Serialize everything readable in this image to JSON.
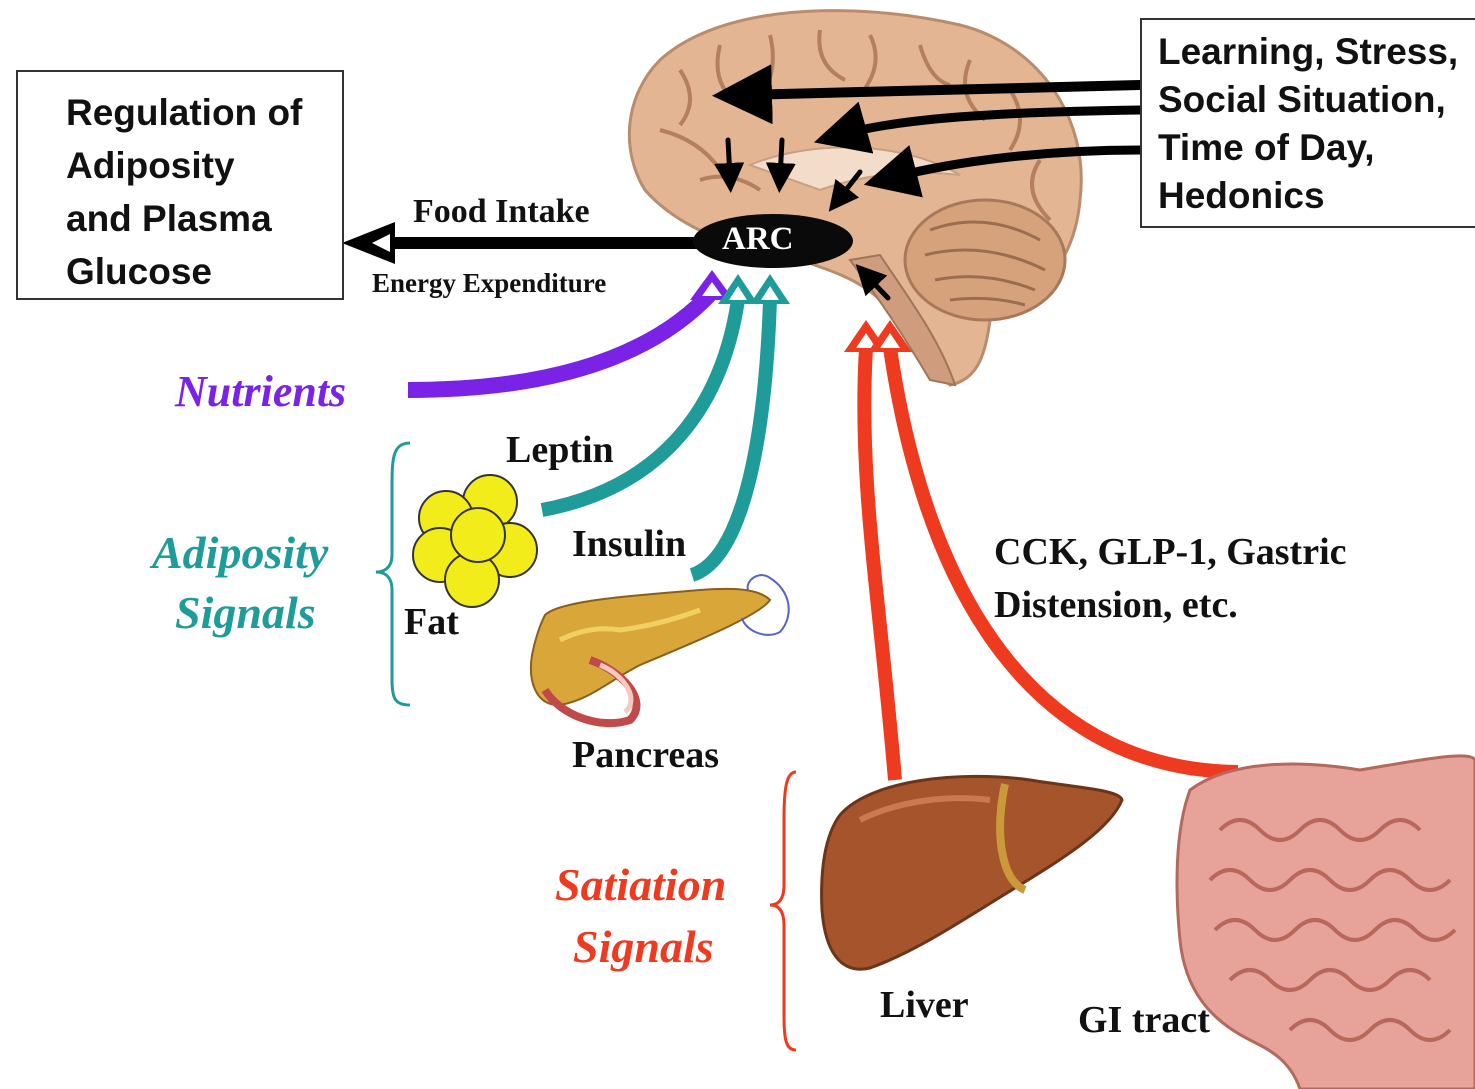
{
  "regulation_box": {
    "lines": [
      "Regulation of",
      "Adiposity",
      "and Plasma",
      "Glucose"
    ]
  },
  "influences_box": {
    "lines": [
      "Learning, Stress,",
      "Social Situation,",
      "Time of Day,",
      "Hedonics"
    ]
  },
  "center": {
    "arc": "ARC",
    "food_intake": "Food Intake",
    "energy_expenditure": "Energy Expenditure"
  },
  "nutrients": "Nutrients",
  "adiposity_signals": {
    "line1": "Adiposity",
    "line2": "Signals",
    "leptin": "Leptin",
    "insulin": "Insulin",
    "fat": "Fat",
    "pancreas": "Pancreas"
  },
  "satiation_signals": {
    "line1": "Satiation",
    "line2": "Signals",
    "gut_signals_line1": "CCK, GLP-1, Gastric",
    "gut_signals_line2": "Distension, etc.",
    "liver": "Liver",
    "gi_tract": "GI tract"
  },
  "colors": {
    "nutrients": "#7a22e6",
    "adiposity": "#1f9c9a",
    "satiation": "#ee3a1f",
    "brain": "#e3b592",
    "arc": "#0a0a0a",
    "fat": "#f2ec1a",
    "liver": "#a5542c",
    "gut": "#e7a39a"
  }
}
